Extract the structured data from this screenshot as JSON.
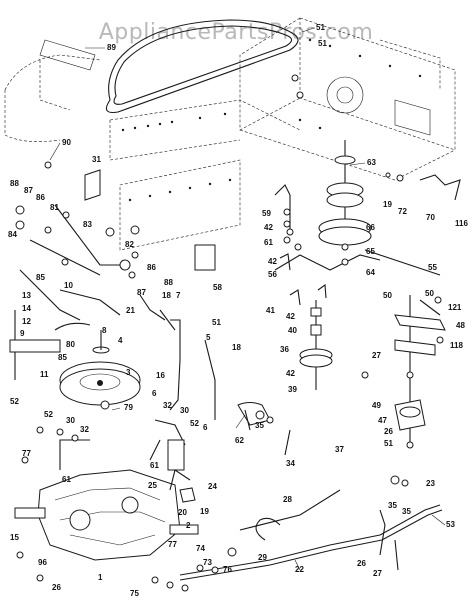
{
  "watermark": "AppliancePartsPros.com",
  "part_numbers": [
    "89",
    "51",
    "51",
    "90",
    "31",
    "88",
    "87",
    "86",
    "81",
    "83",
    "82",
    "84",
    "85",
    "10",
    "88",
    "86",
    "87",
    "21",
    "8",
    "13",
    "14",
    "12",
    "9",
    "80",
    "85",
    "11",
    "4",
    "3",
    "79",
    "52",
    "52",
    "30",
    "32",
    "77",
    "61",
    "15",
    "96",
    "26",
    "1",
    "75",
    "74",
    "73",
    "76",
    "77",
    "2",
    "25",
    "24",
    "19",
    "20",
    "18",
    "7",
    "51",
    "5",
    "18",
    "6",
    "16",
    "32",
    "30",
    "52",
    "61",
    "6",
    "62",
    "35",
    "34",
    "28",
    "29",
    "22",
    "37",
    "63",
    "19",
    "72",
    "70",
    "116",
    "59",
    "42",
    "61",
    "66",
    "56",
    "42",
    "65",
    "64",
    "55",
    "58",
    "41",
    "42",
    "40",
    "36",
    "42",
    "39",
    "50",
    "50",
    "121",
    "48",
    "118",
    "27",
    "49",
    "47",
    "26",
    "51",
    "23",
    "35",
    "35",
    "26",
    "27",
    "53"
  ]
}
